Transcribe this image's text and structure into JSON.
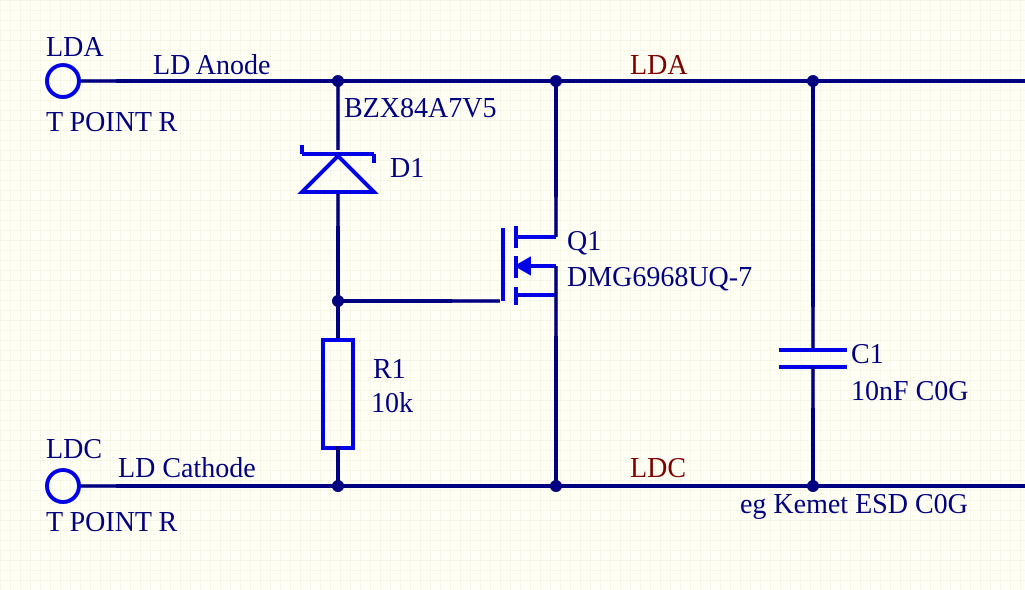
{
  "grid": {
    "visible": true,
    "color": "#eeeeda"
  },
  "colors": {
    "background": "#fffff5",
    "wire": "#000080",
    "component": "#0000e6",
    "text": "#000080",
    "net_label": "#800000"
  },
  "ports": {
    "lda": {
      "name": "LDA",
      "designator": "T POINT R"
    },
    "ldc": {
      "name": "LDC",
      "designator": "T POINT R"
    }
  },
  "wires": {
    "anode_label": "LD Anode",
    "cathode_label": "LD Cathode"
  },
  "net_labels": {
    "top": "LDA",
    "bottom": "LDC"
  },
  "components": {
    "d1": {
      "designator": "D1",
      "value": "BZX84A7V5",
      "symbol": "zener-diode"
    },
    "q1": {
      "designator": "Q1",
      "value": "DMG6968UQ-7",
      "symbol": "n-channel-mosfet"
    },
    "r1": {
      "designator": "R1",
      "value": "10k",
      "symbol": "resistor"
    },
    "c1": {
      "designator": "C1",
      "value": "10nF C0G",
      "note": "eg Kemet ESD C0G",
      "symbol": "capacitor"
    }
  }
}
